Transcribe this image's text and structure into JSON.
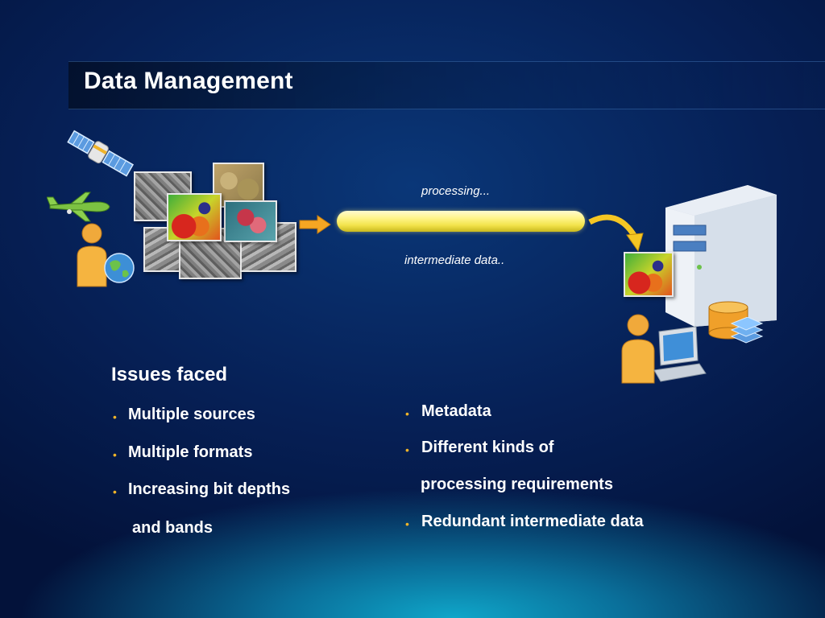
{
  "slide": {
    "title": "Data Management",
    "flow": {
      "processing_label": "processing...",
      "intermediate_label": "intermediate data.."
    },
    "issues": {
      "heading": "Issues faced",
      "left_items": [
        {
          "line1": "Multiple sources"
        },
        {
          "line1": "Multiple formats"
        },
        {
          "line1": "Increasing bit depths",
          "line2": "and bands"
        }
      ],
      "right_items": [
        {
          "line1": "Metadata"
        },
        {
          "line1": "Different kinds of",
          "line2": "processing requirements"
        },
        {
          "line1": "Redundant intermediate data"
        }
      ]
    },
    "colors": {
      "bullet": "#f0b429",
      "arrow": "#f5a623",
      "bar": "#fff58a"
    },
    "icons": [
      "satellite-icon",
      "airplane-icon",
      "person-icon",
      "globe-icon",
      "server-icon",
      "database-icon",
      "layers-icon",
      "computer-user-icon"
    ]
  }
}
